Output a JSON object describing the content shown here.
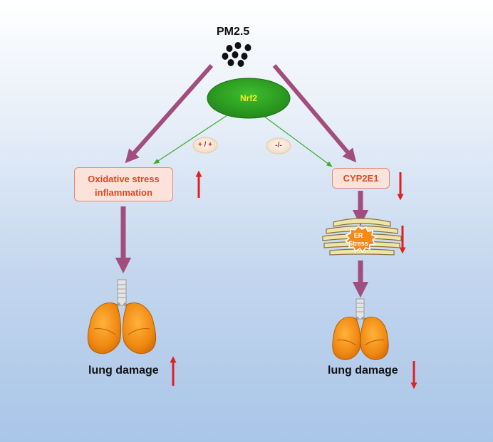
{
  "trigger": {
    "label": "PM2.5"
  },
  "regulator": {
    "label": "Nrf2",
    "fill": "#2fa424",
    "text_color": "#e8f52b"
  },
  "branches": {
    "left": {
      "sign": "+ / +",
      "box_line1": "Oxidative stress",
      "box_line2": "inflammation",
      "box_change": "up",
      "outcome": "lung damage",
      "outcome_change": "up"
    },
    "right": {
      "sign": "-/-",
      "box_label": "CYP2E1",
      "box_change": "down",
      "er_line1": "ER",
      "er_line2": "Stress",
      "er_change": "down",
      "outcome": "lung damage",
      "outcome_change": "down"
    }
  },
  "colors": {
    "main_arrow": "#a24d7d",
    "thin_arrow": "#3faa2d",
    "change_arrow": "#e02020",
    "box_fill": "#fbe3dc",
    "box_text": "#e3461d",
    "lung": "#f39a1f"
  }
}
